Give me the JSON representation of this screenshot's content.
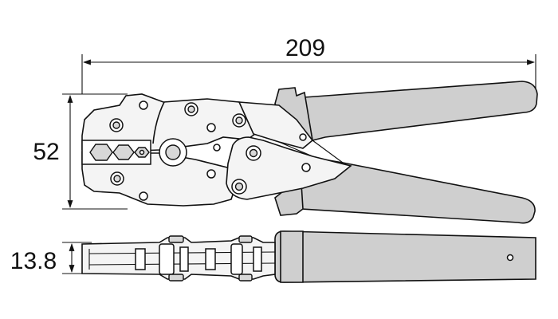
{
  "dimensions": {
    "length": "209",
    "height": "52",
    "thickness": "13.8"
  },
  "colors": {
    "line": "#111111",
    "body": "#f4f4f4",
    "grip": "#cfcfcf",
    "background": "#ffffff"
  }
}
